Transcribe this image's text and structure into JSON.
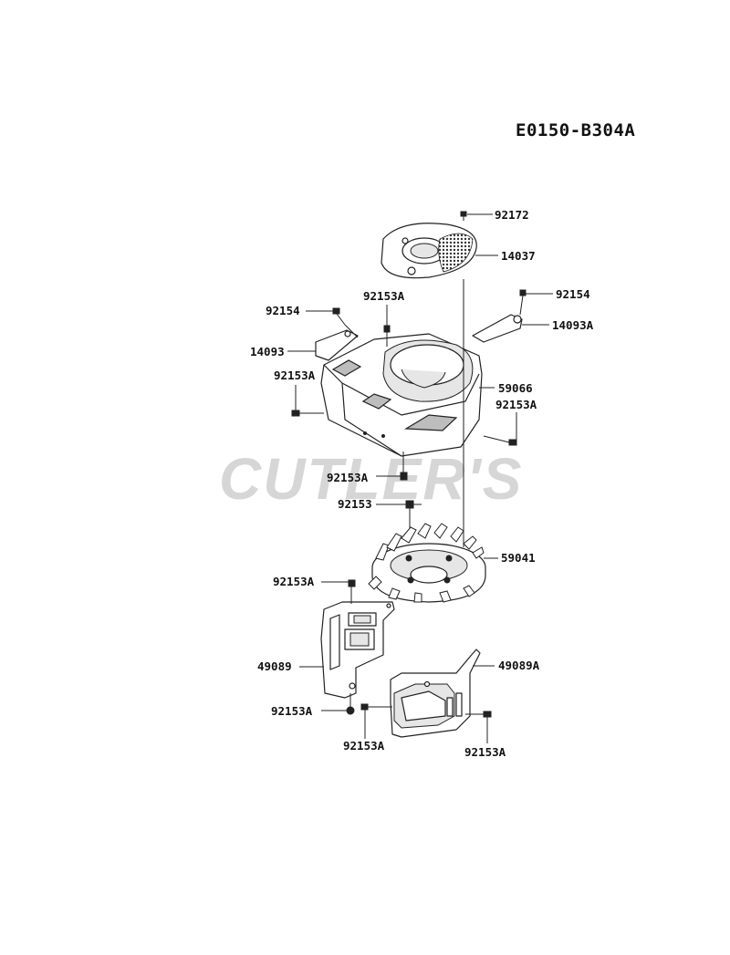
{
  "diagram_id": "E0150-B304A",
  "watermark": "CUTLER'S",
  "parts": {
    "p92172": "92172",
    "p14037": "14037",
    "p92154_right": "92154",
    "p92153A_top": "92153A",
    "p92154_left": "92154",
    "p14093A": "14093A",
    "p14093": "14093",
    "p92153A_left": "92153A",
    "p59066": "59066",
    "p92153A_right": "92153A",
    "p92153A_bottom": "92153A",
    "p92153": "92153",
    "p59041": "59041",
    "p92153A_plate": "92153A",
    "p49089": "49089",
    "p49089A": "49089A",
    "p92153A_plate_bottom": "92153A",
    "p92153A_center_bottom": "92153A",
    "p92153A_right_bottom": "92153A"
  }
}
